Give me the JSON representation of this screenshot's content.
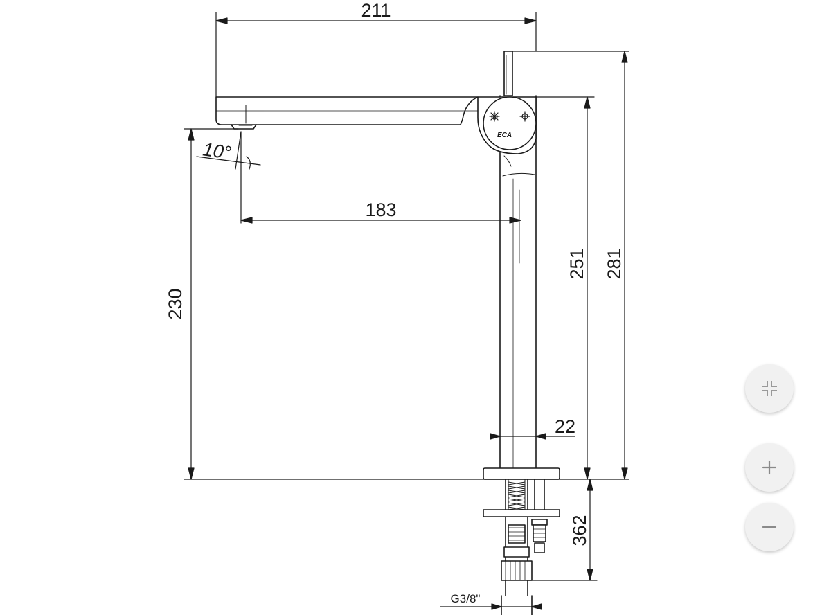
{
  "dimensions": {
    "overall_width": "211",
    "reach": "183",
    "spout_height": "230",
    "body_height": "251",
    "total_height": "281",
    "base_diameter": "22",
    "hose_length": "362",
    "connection": "G3/8\"",
    "angle": "10°"
  },
  "controls": {
    "fit_icon": "fit-screen-icon",
    "zoom_in_icon": "plus-icon",
    "zoom_out_icon": "minus-icon"
  }
}
